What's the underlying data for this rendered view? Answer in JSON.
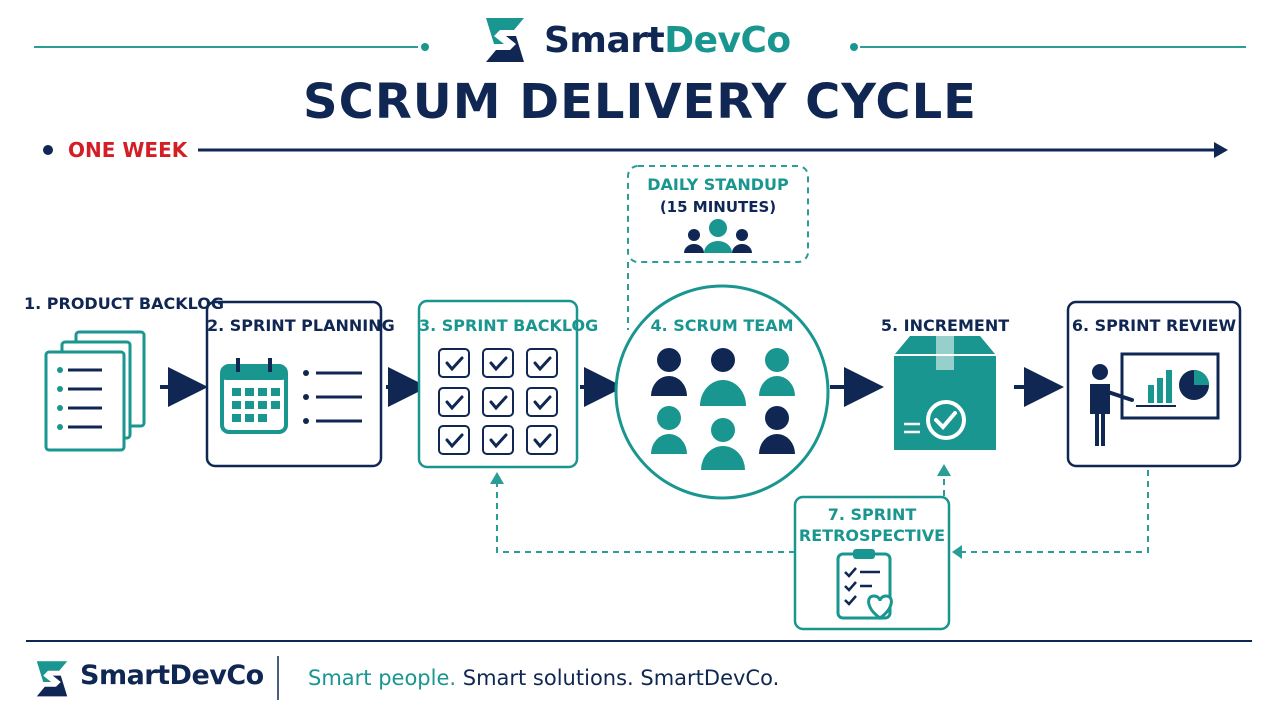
{
  "brand": {
    "name_part1": "Smart",
    "name_part2": "DevCo",
    "tagline_teal": "Smart people.",
    "tagline_navy": " Smart solutions. SmartDevCo."
  },
  "title": "SCRUM DELIVERY CYCLE",
  "timeline": {
    "label": "ONE WEEK"
  },
  "standup": {
    "line1": "DAILY STANDUP",
    "line2": "(15 MINUTES)"
  },
  "steps": [
    {
      "label": "1. PRODUCT BACKLOG"
    },
    {
      "label": "2. SPRINT PLANNING"
    },
    {
      "label": "3. SPRINT BACKLOG"
    },
    {
      "label": "4. SCRUM TEAM"
    },
    {
      "label": "5. INCREMENT"
    },
    {
      "label": "6. SPRINT REVIEW"
    }
  ],
  "retro": {
    "line1": "7. SPRINT",
    "line2": "RETROSPECTIVE"
  },
  "colors": {
    "navy": "#0f2752",
    "teal": "#19968f",
    "red": "#d31e25",
    "line_teal": "#2a9d96"
  },
  "icons": [
    "smartdevco-logo-icon",
    "documents-icon",
    "calendar-icon",
    "checklist-grid-icon",
    "people-icon",
    "box-check-icon",
    "presenter-chart-icon",
    "clipboard-heart-icon"
  ]
}
